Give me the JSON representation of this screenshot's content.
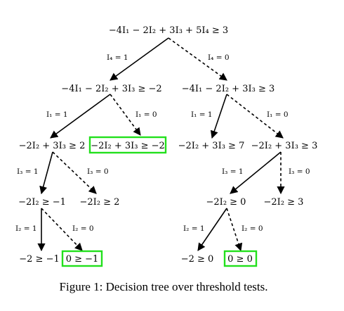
{
  "nodes": {
    "root": "−4I₁ − 2I₂ + 3I₃ + 5I₄ ≥ 3",
    "n_l": "−4I₁ − 2I₂ + 3I₃ ≥ −2",
    "n_r": "−4I₁ − 2I₂ + 3I₃ ≥ 3",
    "n_ll": "−2I₂ + 3I₃ ≥ 2",
    "n_lr": "−2I₂ + 3I₃ ≥ −2",
    "n_rl": "−2I₂ + 3I₃ ≥ 7",
    "n_rr": "−2I₂ + 3I₃ ≥ 3",
    "n_lll": "−2I₂ ≥ −1",
    "n_llr": "−2I₂ ≥ 2",
    "n_rrl": "−2I₂ ≥ 0",
    "n_rrr": "−2I₂ ≥ 3",
    "n_llll": "−2 ≥ −1",
    "n_lllr": "0 ≥ −1",
    "n_rrll": "−2 ≥ 0",
    "n_rrlr": "0 ≥ 0"
  },
  "edge_labels": {
    "i4_1": "I₄ = 1",
    "i4_0": "I₄ = 0",
    "i1_1_left": "I₁ = 1",
    "i1_0_left": "I₁ = 0",
    "i1_1_right": "I₁ = 1",
    "i1_0_right": "I₁ = 0",
    "i3_1_left": "I₃ = 1",
    "i3_0_left": "I₃ = 0",
    "i3_1_right": "I₃ = 1",
    "i3_0_right": "I₃ = 0",
    "i2_1_left": "I₂ = 1",
    "i2_0_left": "I₂ = 0",
    "i2_1_right": "I₂ = 1",
    "i2_0_right": "I₂ = 0"
  },
  "highlight_color": "#22e01c",
  "caption": "Figure 1: Decision tree over threshold tests."
}
